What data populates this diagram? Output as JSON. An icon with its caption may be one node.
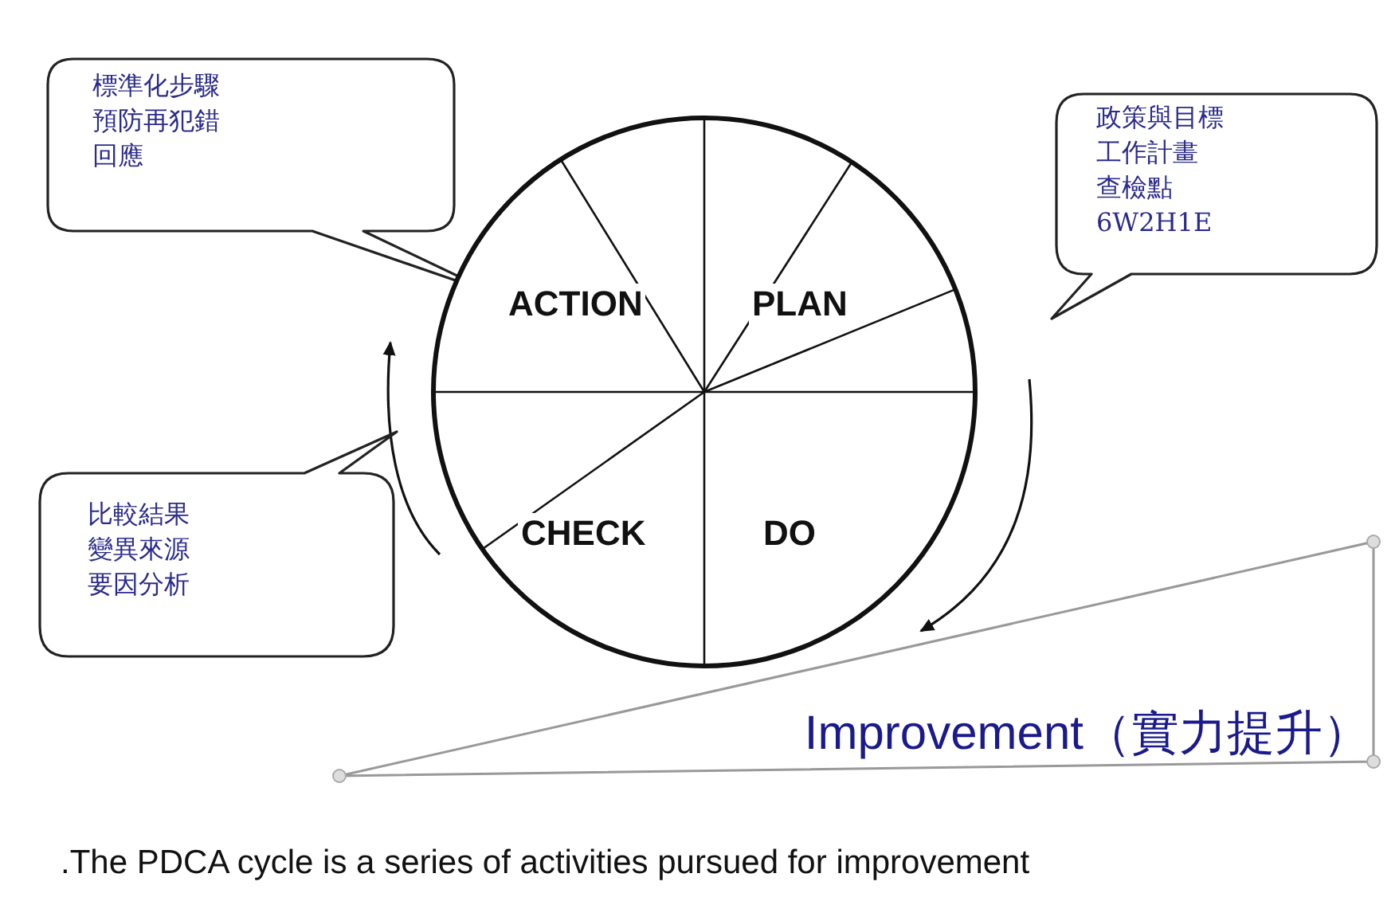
{
  "diagram": {
    "caption": ".The PDCA cycle is a series of activities pursued for improvement",
    "nodes": [
      {
        "text": [
          "標準化步驟",
          "預防再犯錯",
          "回應"
        ]
      },
      {
        "text": [],
        "shape": "circle"
      },
      {
        "text": [
          "ACTION"
        ],
        "in": 1
      },
      {
        "text": [
          "PLAN"
        ],
        "in": 1
      },
      {
        "text": [
          "CHECK"
        ],
        "in": 1
      },
      {
        "text": [
          "DO"
        ],
        "in": 1
      },
      {
        "text": [
          "政策與目標",
          "工作計畫",
          "查檢點",
          "6W2H1E"
        ]
      },
      {
        "text": [
          "比較結果",
          "變異來源",
          "要因分析"
        ]
      }
    ],
    "edges": [],
    "labels": [
      "Improvement（實力提升）"
    ]
  }
}
